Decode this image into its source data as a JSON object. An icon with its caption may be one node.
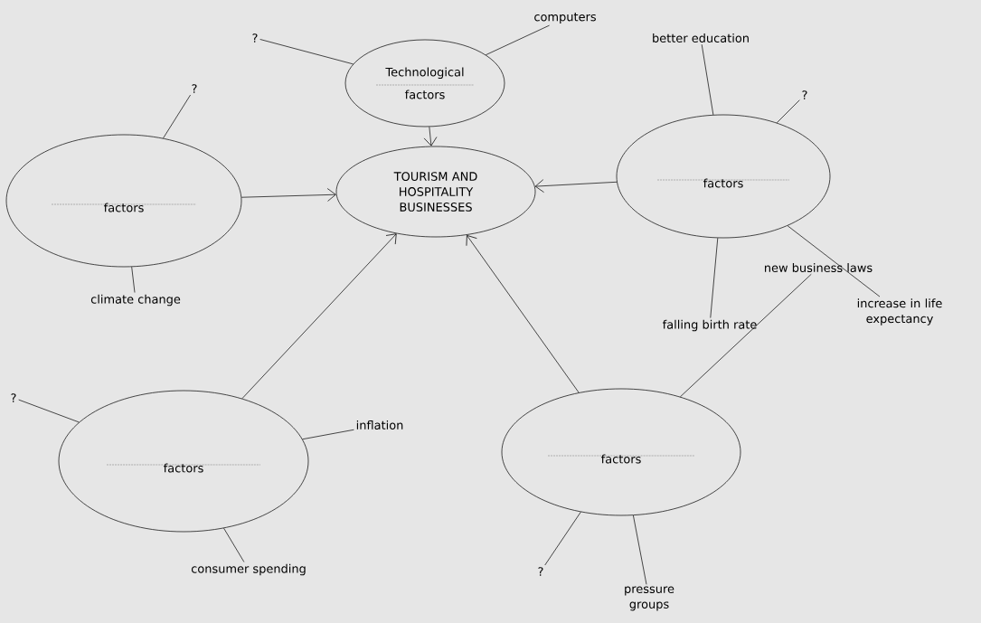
{
  "diagram": {
    "nodes": [
      {
        "text": [
          "TOURISM AND HOSPITALITY BUSINESSES"
        ]
      },
      {
        "text": [
          "Technological",
          "factors"
        ]
      },
      {
        "text": [
          "factors"
        ]
      },
      {
        "text": [
          "factors"
        ]
      },
      {
        "text": [
          "factors"
        ]
      },
      {
        "text": [
          "factors"
        ]
      },
      {
        "text": [
          "?"
        ]
      },
      {
        "text": [
          "computers"
        ]
      },
      {
        "text": [
          "?"
        ]
      },
      {
        "text": [
          "climate change"
        ]
      },
      {
        "text": [
          "better education"
        ]
      },
      {
        "text": [
          "?"
        ]
      },
      {
        "text": [
          "increase in life expectancy"
        ]
      },
      {
        "text": [
          "falling birth rate"
        ]
      },
      {
        "text": [
          "?"
        ]
      },
      {
        "text": [
          "inflation"
        ]
      },
      {
        "text": [
          "consumer spending"
        ]
      },
      {
        "text": [
          "new business laws"
        ]
      },
      {
        "text": [
          "?"
        ]
      },
      {
        "text": [
          "pressure groups"
        ]
      }
    ],
    "edges": [
      {
        "from": 1,
        "to": 0,
        "arrow": "to"
      },
      {
        "from": 2,
        "to": 0,
        "arrow": "to"
      },
      {
        "from": 3,
        "to": 0,
        "arrow": "to"
      },
      {
        "from": 4,
        "to": 0,
        "arrow": "to"
      },
      {
        "from": 5,
        "to": 0,
        "arrow": "to"
      },
      {
        "from": 6,
        "to": 1,
        "arrow": "none"
      },
      {
        "from": 7,
        "to": 1,
        "arrow": "none"
      },
      {
        "from": 8,
        "to": 2,
        "arrow": "none"
      },
      {
        "from": 9,
        "to": 2,
        "arrow": "none"
      },
      {
        "from": 10,
        "to": 3,
        "arrow": "none"
      },
      {
        "from": 11,
        "to": 3,
        "arrow": "none"
      },
      {
        "from": 12,
        "to": 3,
        "arrow": "none"
      },
      {
        "from": 13,
        "to": 3,
        "arrow": "none"
      },
      {
        "from": 14,
        "to": 4,
        "arrow": "none"
      },
      {
        "from": 15,
        "to": 4,
        "arrow": "none"
      },
      {
        "from": 16,
        "to": 4,
        "arrow": "none"
      },
      {
        "from": 17,
        "to": 5,
        "arrow": "none"
      },
      {
        "from": 18,
        "to": 5,
        "arrow": "none"
      },
      {
        "from": 19,
        "to": 5,
        "arrow": "none"
      }
    ]
  }
}
